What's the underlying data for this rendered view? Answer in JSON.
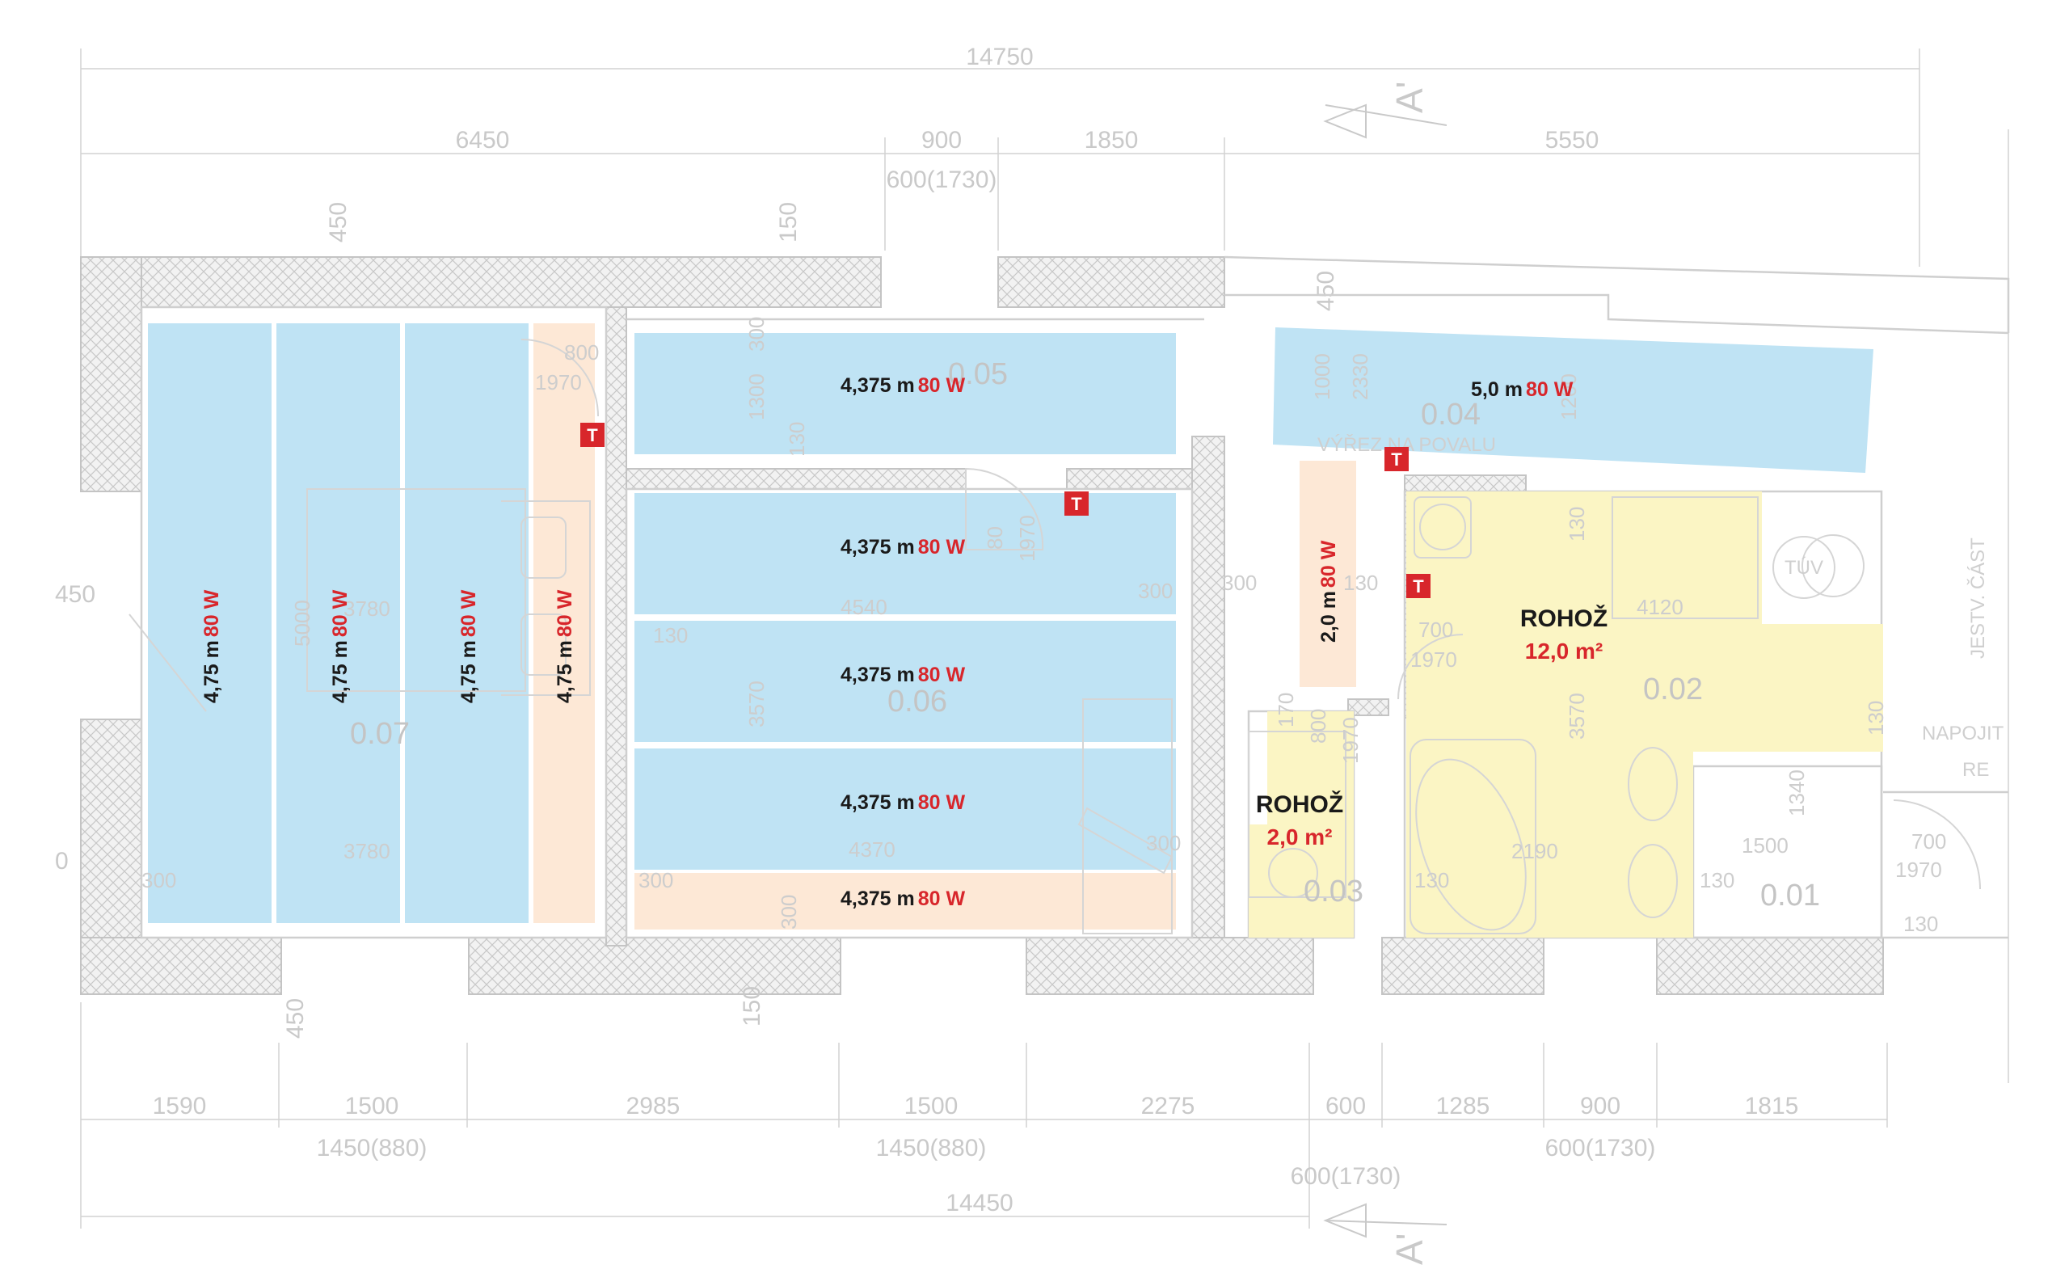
{
  "dimensions": {
    "top_total": "14750",
    "top_segments": [
      "6450",
      "900",
      "1850",
      "5550"
    ],
    "top_sub": "600(1730)",
    "left_450": "450",
    "left_150": "150",
    "wall_450": "450",
    "bottom_segments": [
      "1590",
      "1500",
      "2985",
      "1500",
      "2275",
      "600",
      "1285",
      "900",
      "1815"
    ],
    "bottom_sub": [
      "1450(880)",
      "1450(880)",
      "600(1730)",
      "600(1730)"
    ],
    "bottom_total": "14450",
    "bottom_450": "450",
    "bottom_150": "150",
    "left_edge_450": "450",
    "left_edge_0": "0",
    "room_left": [
      "5000",
      "3780",
      "3780",
      "300",
      "800",
      "1970"
    ],
    "room_mid": [
      "1300",
      "300",
      "130",
      "4540",
      "130",
      "3570",
      "4370",
      "300",
      "300",
      "300",
      "130",
      "80",
      "1970"
    ],
    "room_right": [
      "1000",
      "2330",
      "1200",
      "300",
      "130",
      "1340",
      "4120",
      "700",
      "1970",
      "3570",
      "2190",
      "130",
      "130",
      "130",
      "130",
      "1500",
      "700",
      "1970",
      "130",
      "170",
      "800",
      "1970",
      "130"
    ]
  },
  "section_marks": [
    "A'",
    "A'"
  ],
  "room_numbers": [
    "0.07",
    "0.06",
    "0.05",
    "0.04",
    "0.03",
    "0.02",
    "0.01"
  ],
  "notes": {
    "attic": "VÝŘEZ NA POVALU",
    "tuv": "TÚV",
    "existing": "JESTV. ČÁST",
    "connect": "NAPOJIT",
    "re": "RE"
  },
  "heating_strips": [
    {
      "length": "4,75 m",
      "power": "80 W"
    },
    {
      "length": "4,75 m",
      "power": "80 W"
    },
    {
      "length": "4,75 m",
      "power": "80 W"
    },
    {
      "length": "4,75 m",
      "power": "80 W"
    },
    {
      "length": "4,375 m",
      "power": "80 W"
    },
    {
      "length": "4,375 m",
      "power": "80 W"
    },
    {
      "length": "4,375 m",
      "power": "80 W"
    },
    {
      "length": "4,375 m",
      "power": "80 W"
    },
    {
      "length": "4,375 m",
      "power": "80 W"
    },
    {
      "length": "5,0 m",
      "power": "80 W"
    },
    {
      "length": "2,0 m",
      "power": "80 W"
    }
  ],
  "mats": [
    {
      "label": "ROHOŽ",
      "area": "12,0 m²"
    },
    {
      "label": "ROHOŽ",
      "area": "2,0 m²"
    }
  ],
  "thermostat_label": "T",
  "colors": {
    "strip_blue": "#bfe3f4",
    "strip_peach": "#fde8d6",
    "mat_yellow": "#fbf5c4",
    "wall_gray": "#d6d6d6",
    "line_gray": "#cccccc",
    "accent_red": "#d8262b"
  }
}
